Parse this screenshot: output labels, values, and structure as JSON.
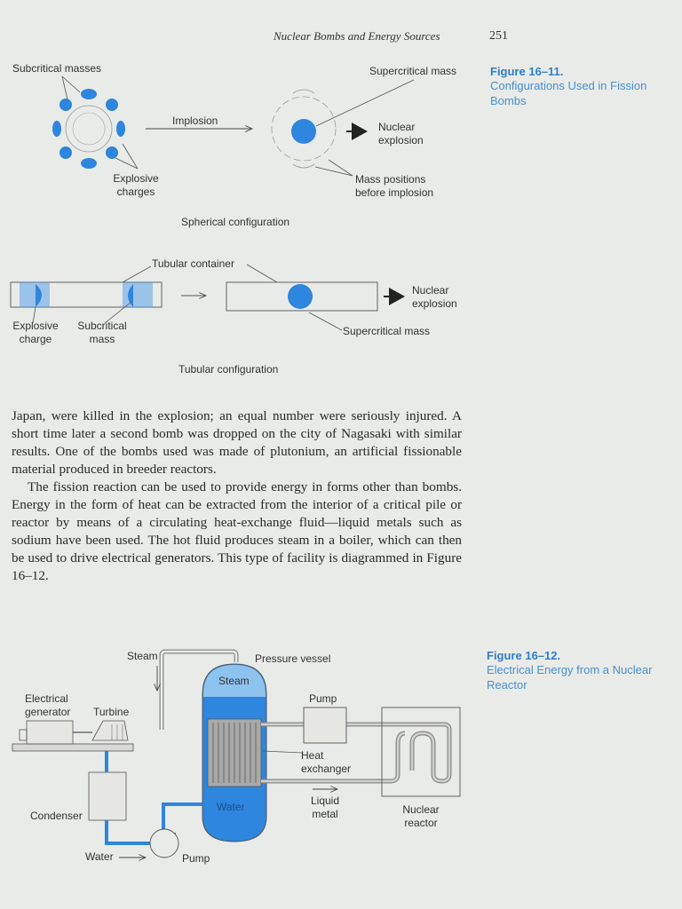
{
  "header": {
    "running_title": "Nuclear Bombs and Energy Sources",
    "page_number": "251"
  },
  "figure_16_11": {
    "caption_title": "Figure 16–11.",
    "caption_text": "Configurations Used in Fission Bombs",
    "labels": {
      "subcritical_masses": "Subcritical masses",
      "supercritical_mass_top": "Supercritical mass",
      "implosion": "Implosion",
      "nuclear_explosion_1a": "Nuclear",
      "nuclear_explosion_1b": "explosion",
      "explosive_charges_a": "Explosive",
      "explosive_charges_b": "charges",
      "mass_positions_a": "Mass positions",
      "mass_positions_b": "before implosion",
      "spherical_configuration": "Spherical configuration",
      "tubular_container": "Tubular container",
      "nuclear_explosion_2a": "Nuclear",
      "nuclear_explosion_2b": "explosion",
      "explosive_charge_a": "Explosive",
      "explosive_charge_b": "charge",
      "subcritical_mass_a": "Subcritical",
      "subcritical_mass_b": "mass",
      "supercritical_mass_bottom": "Supercritical mass",
      "tubular_configuration": "Tubular configuration"
    }
  },
  "body": {
    "paragraph_1": "Japan, were killed in the explosion; an equal number were seriously injured. A short time later a second bomb was dropped on the city of Nagasaki with similar results. One of the bombs used was made of plutonium, an artificial fissionable material produced in breeder reactors.",
    "paragraph_2": "The fission reaction can be used to provide energy in forms other than bombs. Energy in the form of heat can be extracted from the interior of a critical pile or reactor by means of a circulating heat-exchange fluid—liquid metals such as sodium have been used. The hot fluid produces steam in a boiler, which can then be used to drive electrical generators. This type of facility is diagrammed in Figure 16–12."
  },
  "figure_16_12": {
    "caption_title": "Figure 16–12.",
    "caption_text": "Electrical Energy from a Nuclear Reactor",
    "labels": {
      "steam_pipe": "Steam",
      "pressure_vessel": "Pressure vessel",
      "steam_inside": "Steam",
      "electrical_generator_a": "Electrical",
      "electrical_generator_b": "generator",
      "turbine": "Turbine",
      "pump_top": "Pump",
      "heat_exchanger_a": "Heat",
      "heat_exchanger_b": "exchanger",
      "liquid_metal_a": "Liquid",
      "liquid_metal_b": "metal",
      "water_inside": "Water",
      "nuclear_reactor_a": "Nuclear",
      "nuclear_reactor_b": "reactor",
      "condenser": "Condenser",
      "water_in": "Water",
      "pump_bottom": "Pump"
    }
  },
  "colors": {
    "accent_blue": "#2f7fc9",
    "fill_blue": "#2e86de",
    "page_bg": "#e9ebe8"
  }
}
